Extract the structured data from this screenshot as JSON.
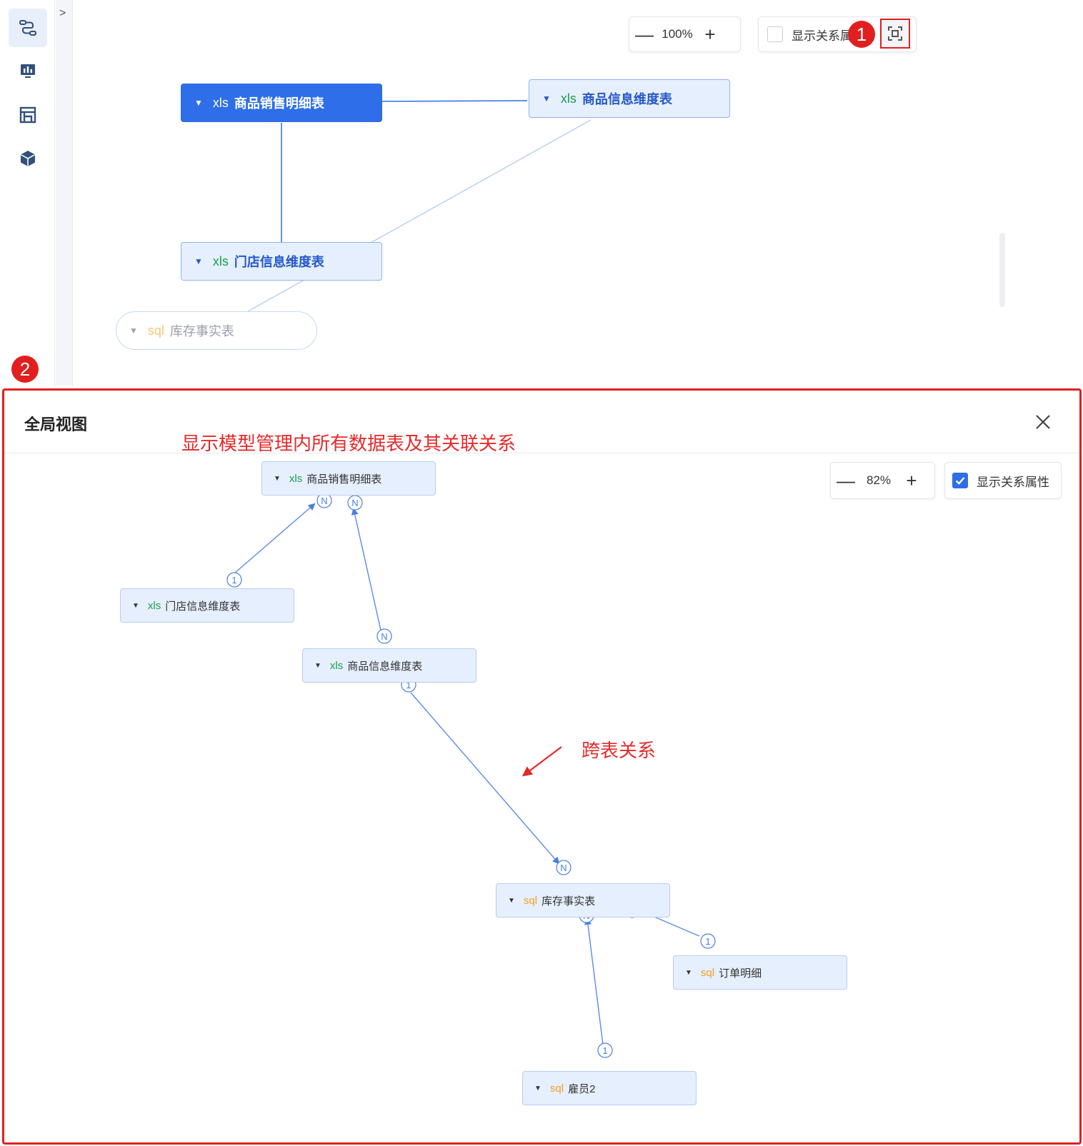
{
  "sidebar": {
    "items": [
      {
        "name": "relationship",
        "icon": "relationship-icon"
      },
      {
        "name": "chart",
        "icon": "chart-icon"
      },
      {
        "name": "dashboard",
        "icon": "dashboard-icon"
      },
      {
        "name": "cube",
        "icon": "cube-icon"
      }
    ],
    "collapse_icon": ">"
  },
  "canvas": {
    "zoom": {
      "minus": "—",
      "value": "100%",
      "plus": "+"
    },
    "show_relation_attr": {
      "label": "显示关系属",
      "checked": false
    },
    "fit_button_icon": "fit-view-icon",
    "nodes": [
      {
        "type": "xls",
        "name": "商品销售明细表",
        "style": "primary"
      },
      {
        "type": "xls",
        "name": "商品信息维度表",
        "style": "normal"
      },
      {
        "type": "xls",
        "name": "门店信息维度表",
        "style": "normal"
      },
      {
        "type": "sql",
        "name": "库存事实表",
        "style": "ghost"
      }
    ]
  },
  "badges": {
    "one": "1",
    "two": "2"
  },
  "dialog": {
    "title": "全局视图",
    "close_icon": "close-icon",
    "annotation_main": "显示模型管理内所有数据表及其关联关系",
    "annotation_cross": "跨表关系",
    "zoom": {
      "minus": "—",
      "value": "82%",
      "plus": "+"
    },
    "show_relation_attr": {
      "label": "显示关系属性",
      "checked": true
    },
    "nodes": [
      {
        "type": "xls",
        "name": "商品销售明细表"
      },
      {
        "type": "xls",
        "name": "门店信息维度表"
      },
      {
        "type": "xls",
        "name": "商品信息维度表"
      },
      {
        "type": "sql",
        "name": "库存事实表"
      },
      {
        "type": "sql",
        "name": "订单明细"
      },
      {
        "type": "sql",
        "name": "雇员2"
      }
    ],
    "relations": [
      {
        "from": "门店信息维度表",
        "to": "商品销售明细表",
        "from_card": "1",
        "to_card": "N"
      },
      {
        "from": "商品信息维度表",
        "to": "商品销售明细表",
        "from_card": "N",
        "to_card": "N"
      },
      {
        "from": "商品信息维度表",
        "to": "库存事实表",
        "from_card": "1",
        "to_card": "N"
      },
      {
        "from": "订单明细",
        "to": "库存事实表",
        "from_card": "1",
        "to_card": "N"
      },
      {
        "from": "雇员2",
        "to": "库存事实表",
        "from_card": "1",
        "to_card": "N"
      }
    ]
  },
  "colors": {
    "accent": "#2e6ee8",
    "edge": "#5b8ce6",
    "annotation": "#e52a2a",
    "xls": "#1a9e4c",
    "sql": "#f0a020"
  }
}
